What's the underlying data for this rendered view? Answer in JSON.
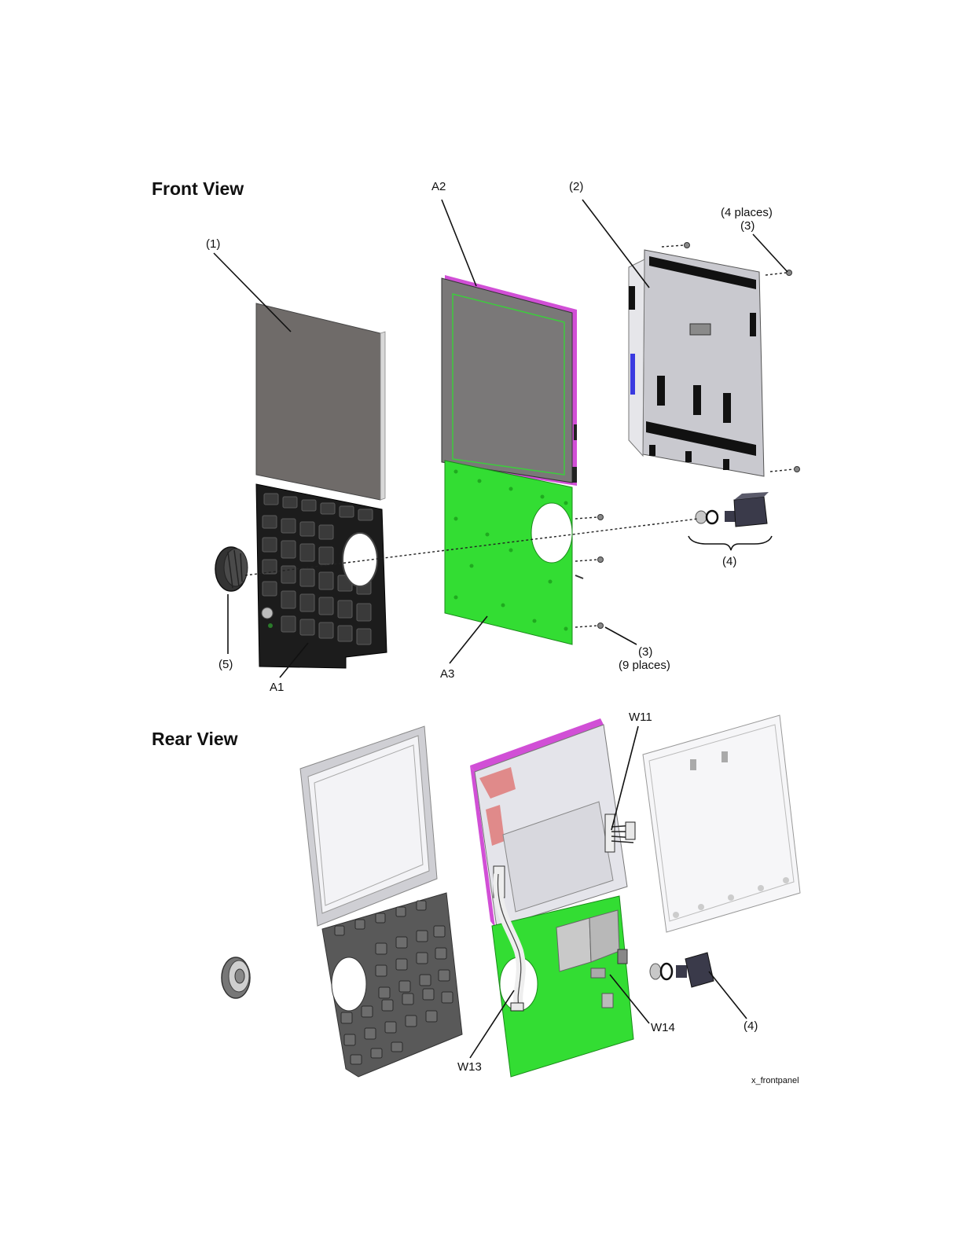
{
  "front_view": {
    "title": "Front View",
    "labels": {
      "a2": "A2",
      "item2": "(2)",
      "four_places": "(4 places)",
      "item3_top": "(3)",
      "item1": "(1)",
      "item4": "(4)",
      "item5": "(5)",
      "a1": "A1",
      "a3": "A3",
      "item3_bottom": "(3)",
      "nine_places": "(9 places)"
    }
  },
  "rear_view": {
    "title": "Rear View",
    "labels": {
      "w11": "W11",
      "w13": "W13",
      "w14": "W14",
      "item4": "(4)"
    }
  },
  "footer": {
    "figure_id": "x_frontpanel"
  },
  "colors": {
    "display_frame": "#d14fd6",
    "pcb": "#33dd33",
    "keypad": "#1c1c1c",
    "overlay": "#6f6b69",
    "bracket": "#c9c9cf",
    "rear_keypad": "#595959"
  }
}
